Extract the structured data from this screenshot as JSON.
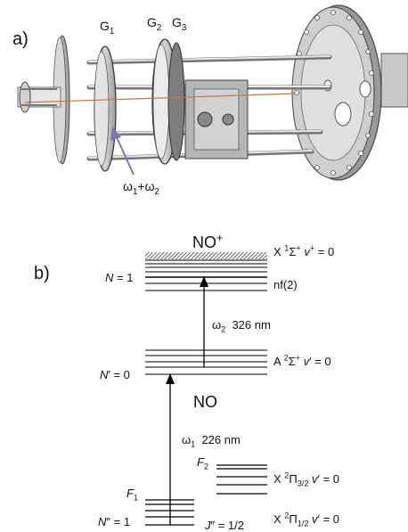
{
  "panel_a": {
    "label": "a)",
    "electrodes": [
      "G",
      "G",
      "G"
    ],
    "electrode_subs": [
      "1",
      "2",
      "3"
    ],
    "laser": {
      "w1": "ω",
      "w1_sub": "1",
      "plus": "+",
      "w2": "ω",
      "w2_sub": "2"
    }
  },
  "panel_b": {
    "label": "b)",
    "ion_label": "NO",
    "ion_sup": "+",
    "molecule_label": "NO",
    "levels": {
      "ion_state": {
        "pre": "X ",
        "sup1": "1",
        "sym": "Σ",
        "sup2": "+",
        "v": "v",
        "vsup": "+",
        "eq": " = 0"
      },
      "rydberg": "nf(2)",
      "a_state": {
        "pre": "A ",
        "sup1": "2",
        "sym": "Σ",
        "sup2": "+",
        "v": "v",
        "vprime": "′",
        "eq": " = 0"
      },
      "x32": {
        "pre": "X ",
        "sup1": "2",
        "sym": "Π",
        "sub": "3/2",
        "v": "v",
        "vprime": "′",
        "eq": " = 0"
      },
      "x12": {
        "pre": "X ",
        "sup1": "2",
        "sym": "Π",
        "sub": "1/2",
        "v": "v",
        "vprime": "′",
        "eq": " = 0"
      }
    },
    "N1": {
      "N": "N",
      "eq": " = 1"
    },
    "Nprime0": {
      "N": "N",
      "prime": "′",
      "eq": " = 0"
    },
    "Ndprime1": {
      "N": "N",
      "prime": "″",
      "eq": " = 1"
    },
    "F1": {
      "F": "F",
      "sub": "1"
    },
    "F2": {
      "F": "F",
      "sub": "2"
    },
    "J": {
      "J": "J",
      "prime": "″",
      "eq": " = 1/2"
    },
    "w1_transition": {
      "w": "ω",
      "sub": "1",
      "text": "226 nm"
    },
    "w2_transition": {
      "w": "ω",
      "sub": "2",
      "text": "326 nm"
    }
  }
}
